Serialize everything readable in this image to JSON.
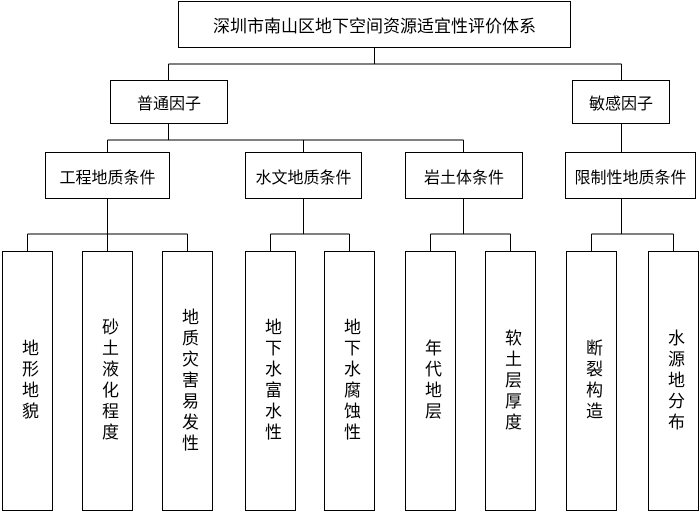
{
  "root": "深圳市南山区地下空间资源适宜性评价体系",
  "groups": [
    {
      "label": "普通因子",
      "categories": [
        {
          "label": "工程地质条件",
          "factors": [
            "地形地貌",
            "砂土液化程度",
            "地质灾害易发性"
          ]
        },
        {
          "label": "水文地质条件",
          "factors": [
            "地下水富水性",
            "地下水腐蚀性"
          ]
        },
        {
          "label": "岩土体条件",
          "factors": [
            "年代地层",
            "软土层厚度"
          ]
        }
      ]
    },
    {
      "label": "敏感因子",
      "categories": [
        {
          "label": "限制性地质条件",
          "factors": [
            "断裂构造",
            "水源地分布"
          ]
        }
      ]
    }
  ]
}
